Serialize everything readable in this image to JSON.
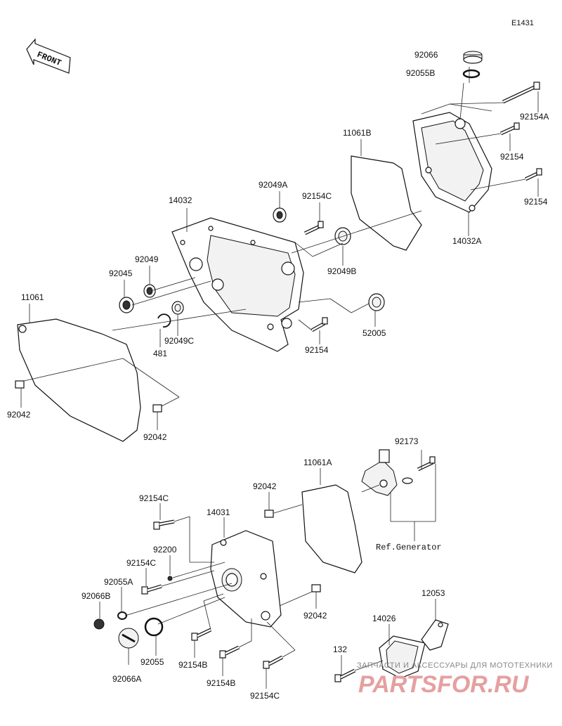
{
  "diagram_code": "E1431",
  "front_label": "FRONT",
  "ref_label": "Ref.Generator",
  "watermark_top": "ЗАПЧАСТИ И АКСЕССУАРЫ ДЛЯ МОТОТЕХНИКИ",
  "watermark_logo": "PARTSFOR.RU",
  "labels": [
    {
      "id": "92066",
      "text": "92066"
    },
    {
      "id": "92055B",
      "text": "92055B"
    },
    {
      "id": "92154A",
      "text": "92154A"
    },
    {
      "id": "11061B",
      "text": "11061B"
    },
    {
      "id": "92154_1",
      "text": "92154"
    },
    {
      "id": "92154_2",
      "text": "92154"
    },
    {
      "id": "14032",
      "text": "14032"
    },
    {
      "id": "92049A",
      "text": "92049A"
    },
    {
      "id": "92154C_1",
      "text": "92154C"
    },
    {
      "id": "14032A",
      "text": "14032A"
    },
    {
      "id": "92049",
      "text": "92049"
    },
    {
      "id": "92045",
      "text": "92045"
    },
    {
      "id": "92049B",
      "text": "92049B"
    },
    {
      "id": "11061",
      "text": "11061"
    },
    {
      "id": "52005",
      "text": "52005"
    },
    {
      "id": "92049C",
      "text": "92049C"
    },
    {
      "id": "481",
      "text": "481"
    },
    {
      "id": "92154_3",
      "text": "92154"
    },
    {
      "id": "92042_1",
      "text": "92042"
    },
    {
      "id": "92042_2",
      "text": "92042"
    },
    {
      "id": "92173",
      "text": "92173"
    },
    {
      "id": "11061A",
      "text": "11061A"
    },
    {
      "id": "92042_3",
      "text": "92042"
    },
    {
      "id": "92154C_2",
      "text": "92154C"
    },
    {
      "id": "14031",
      "text": "14031"
    },
    {
      "id": "92200",
      "text": "92200"
    },
    {
      "id": "92154C_3",
      "text": "92154C"
    },
    {
      "id": "92055A",
      "text": "92055A"
    },
    {
      "id": "92066B",
      "text": "92066B"
    },
    {
      "id": "92042_4",
      "text": "92042"
    },
    {
      "id": "12053",
      "text": "12053"
    },
    {
      "id": "14026",
      "text": "14026"
    },
    {
      "id": "92055",
      "text": "92055"
    },
    {
      "id": "92154B_1",
      "text": "92154B"
    },
    {
      "id": "132",
      "text": "132"
    },
    {
      "id": "92066A",
      "text": "92066A"
    },
    {
      "id": "92154B_2",
      "text": "92154B"
    },
    {
      "id": "92154C_4",
      "text": "92154C"
    }
  ]
}
